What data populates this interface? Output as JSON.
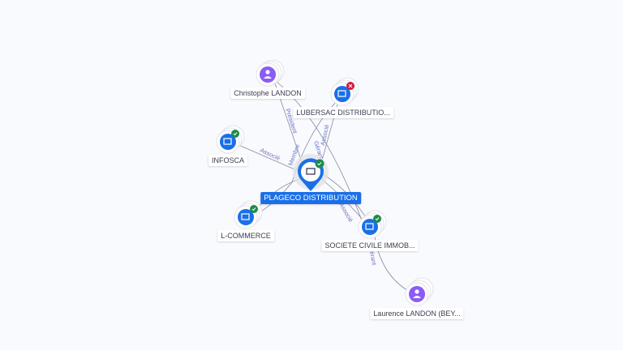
{
  "center": {
    "label": "PLAGECO DISTRIBUTION",
    "icon": "building-icon",
    "status": "active"
  },
  "nodes": [
    {
      "label": "Christophe LANDON",
      "type": "person",
      "icon": "person-icon"
    },
    {
      "label": "LUBERSAC DISTRIBUTIO...",
      "type": "company",
      "icon": "building-icon",
      "status": "closed"
    },
    {
      "label": "INFOSCA",
      "type": "company",
      "icon": "building-icon",
      "status": "active"
    },
    {
      "label": "L-COMMERCE",
      "type": "company",
      "icon": "building-icon",
      "status": "active"
    },
    {
      "label": "SOCIETE CIVILE IMMOB...",
      "type": "company",
      "icon": "building-icon",
      "status": "active"
    },
    {
      "label": "Laurence LANDON (BEY...",
      "type": "person",
      "icon": "person-icon"
    }
  ],
  "edges": {
    "president": "Président",
    "membre": "Membre",
    "gerant": "Gérant",
    "associe_lubersac": "Associé",
    "associe_infosca": "Associé",
    "associe_societe": "Associé",
    "gerant_societe": "Gérant"
  },
  "colors": {
    "company": "#1a6fe8",
    "person": "#8b5cf6",
    "active": "#1e8a4c",
    "closed": "#d3173a",
    "edge": "#7a7a95"
  }
}
